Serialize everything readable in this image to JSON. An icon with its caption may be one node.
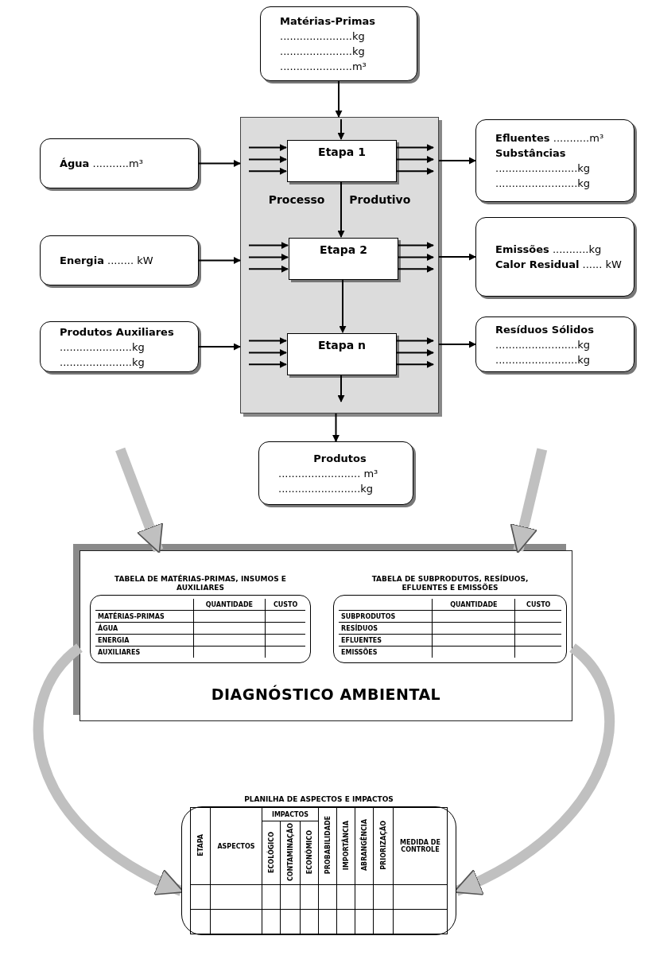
{
  "diagram": {
    "nodes": [
      {
        "text": [
          "Matérias-Primas",
          "......................kg",
          "......................kg",
          "......................m³"
        ]
      },
      {
        "text": [
          "**Água** ...........m³"
        ]
      },
      {
        "text": [
          "**Energia** ........ kW"
        ]
      },
      {
        "text": [
          "Produtos Auxiliares",
          "......................kg",
          "......................kg"
        ]
      },
      {
        "text": [
          "Processo Produtivo"
        ]
      },
      {
        "text": [
          "Etapa 1"
        ],
        "in": 4
      },
      {
        "text": [
          "Etapa 2"
        ],
        "in": 4
      },
      {
        "text": [
          "Etapa n"
        ],
        "in": 4
      },
      {
        "text": [
          "**Efluentes** ...........m³",
          "Substâncias",
          ".........................kg",
          ".........................kg"
        ]
      },
      {
        "text": [
          "**Emissões** ...........kg",
          "**Calor Residual** ...... kW"
        ]
      },
      {
        "text": [
          "Resíduos Sólidos",
          ".........................kg",
          ".........................kg"
        ]
      },
      {
        "text": [
          "Produtos",
          "......................... m³",
          ".........................kg"
        ]
      },
      {
        "text": [
          "DIAGNÓSTICO AMBIENTAL"
        ]
      },
      {
        "text": [
          "TABELA DE MATÉRIAS-PRIMAS, INSUMOS E AUXILIARES",
          "QUANTIDADE",
          "CUSTO",
          "MATÉRIAS-PRIMAS",
          "ÁGUA",
          "ENERGIA",
          "AUXILIARES"
        ],
        "in": 12
      },
      {
        "text": [
          "TABELA DE SUBPRODUTOS, RESÍDUOS, EFLUENTES E EMISSÕES",
          "QUANTIDADE",
          "CUSTO",
          "SUBPRODUTOS",
          "RESÍDUOS",
          "EFLUENTES",
          "EMISSÕES"
        ],
        "in": 12
      },
      {
        "text": [
          "PLANILHA DE ASPECTOS E IMPACTOS",
          "ETAPA",
          "ASPECTOS",
          "IMPACTOS",
          "ECOLÓGICO",
          "CONTAMINAÇÃO",
          "ECONÔMICO",
          "PROBABILIDADE",
          "IMPORTÂNCIA",
          "ABRANGÊNCIA",
          "PRIORIZAÇÃO",
          "MEDIDA DE CONTROLE"
        ]
      }
    ],
    "edges": [
      {
        "from": 0,
        "to": 4,
        "arrow": "to"
      },
      {
        "from": null,
        "to": 5,
        "arrow": "to"
      },
      {
        "from": 1,
        "to": 4,
        "arrow": "to"
      },
      {
        "from": null,
        "to": 5,
        "arrow": "to"
      },
      {
        "from": null,
        "to": 5,
        "arrow": "to"
      },
      {
        "from": null,
        "to": 5,
        "arrow": "to"
      },
      {
        "from": 5,
        "to": null,
        "arrow": "to"
      },
      {
        "from": 5,
        "to": null,
        "arrow": "to"
      },
      {
        "from": 5,
        "to": null,
        "arrow": "to"
      },
      {
        "from": 4,
        "to": 8,
        "arrow": "to"
      },
      {
        "from": 5,
        "to": 6,
        "arrow": "to"
      },
      {
        "from": 2,
        "to": 4,
        "arrow": "to"
      },
      {
        "from": null,
        "to": 6,
        "arrow": "to"
      },
      {
        "from": null,
        "to": 6,
        "arrow": "to"
      },
      {
        "from": null,
        "to": 6,
        "arrow": "to"
      },
      {
        "from": 6,
        "to": null,
        "arrow": "to"
      },
      {
        "from": 6,
        "to": null,
        "arrow": "to"
      },
      {
        "from": 6,
        "to": null,
        "arrow": "to"
      },
      {
        "from": 4,
        "to": 9,
        "arrow": "to"
      },
      {
        "from": 6,
        "to": 7,
        "arrow": "to"
      },
      {
        "from": 3,
        "to": 4,
        "arrow": "to"
      },
      {
        "from": null,
        "to": 7,
        "arrow": "to"
      },
      {
        "from": null,
        "to": 7,
        "arrow": "to"
      },
      {
        "from": null,
        "to": 7,
        "arrow": "to"
      },
      {
        "from": 7,
        "to": null,
        "arrow": "to"
      },
      {
        "from": 7,
        "to": null,
        "arrow": "to"
      },
      {
        "from": 7,
        "to": null,
        "arrow": "to"
      },
      {
        "from": 4,
        "to": 10,
        "arrow": "to"
      },
      {
        "from": 7,
        "to": null,
        "arrow": "to"
      },
      {
        "from": 4,
        "to": 11,
        "arrow": "to"
      },
      {
        "from": null,
        "to": 12,
        "arrow": "to",
        "style": "thick",
        "color": "#c0c0c0"
      },
      {
        "from": null,
        "to": 12,
        "arrow": "to",
        "style": "thick",
        "color": "#c0c0c0"
      },
      {
        "from": 12,
        "to": 15,
        "arrow": "to",
        "style": "thick",
        "color": "#c0c0c0"
      },
      {
        "from": 12,
        "to": 15,
        "arrow": "to",
        "style": "thick",
        "color": "#c0c0c0"
      }
    ]
  }
}
